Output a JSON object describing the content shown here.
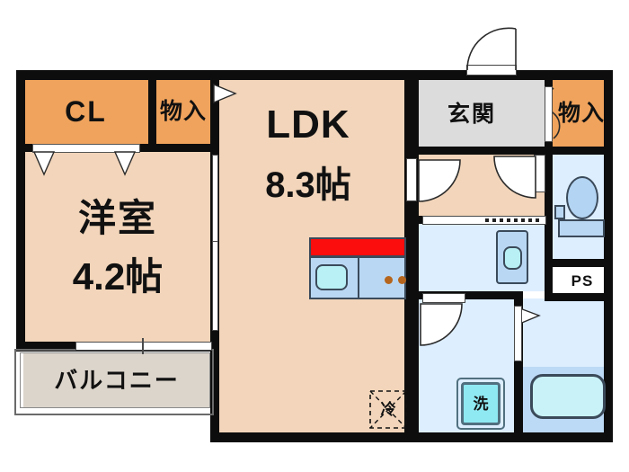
{
  "plan": {
    "type": "japanese-floor-plan",
    "layout_code": "1LDK",
    "background_color": "#ffffff",
    "wall_color": "#0d0d0d",
    "colors": {
      "tatami_floor": "#f2d5ba",
      "closet_floor": "#f0a35c",
      "entrance_floor": "#dcdcdc",
      "wet_area_floor": "#ddeeff",
      "bathtub_floor": "#bcd9f5",
      "balcony_floor": "#dcd5cc",
      "kitchen_backsplash": "#fc0d0d",
      "kitchen_counter": "#b9d7f2",
      "sink_basin": "#b8f0f5",
      "burner": "#b5651d"
    }
  },
  "rooms": {
    "ldk": {
      "name": "LDK",
      "size": "8.3帖"
    },
    "bedroom": {
      "name": "洋室",
      "size": "4.2帖"
    },
    "closet_cl": {
      "name": "CL"
    },
    "storage_left": {
      "name": "物入"
    },
    "storage_right": {
      "name": "物入"
    },
    "entrance": {
      "name": "玄関"
    },
    "balcony": {
      "name": "バルコニー"
    },
    "pipe_space": {
      "name": "PS"
    }
  },
  "fixtures": {
    "refrigerator": {
      "label": "冷",
      "note": "placement-marker"
    },
    "washing_machine": {
      "label": "洗",
      "note": "placement-marker"
    },
    "kitchen": {
      "sink": "sink-icon",
      "stove_burners": 2
    },
    "toilet": {
      "icon": "toilet-icon"
    },
    "bathtub": {
      "icon": "bathtub-icon"
    },
    "vanity": {
      "icon": "washbasin-icon"
    }
  },
  "doors": {
    "entrance_door": "hinged-door-entrance",
    "bedroom_sliding_door": "sliding-door",
    "closet_folding_doors": "folding-door",
    "ldk_door": "hinged-door",
    "hallway_door": "hinged-door",
    "bathroom_door": "hinged-door",
    "washroom_door": "hinged-door",
    "balcony_window": "sliding-window"
  }
}
